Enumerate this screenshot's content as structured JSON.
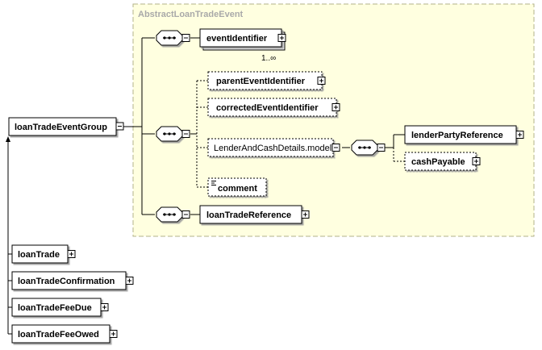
{
  "group": {
    "title": "AbstractLoanTradeEvent"
  },
  "root": {
    "name": "loanTradeEventGroup"
  },
  "elements": {
    "eventIdentifier": "eventIdentifier",
    "eventIdentifier_occurs": "1..∞",
    "parentEventIdentifier": "parentEventIdentifier",
    "correctedEventIdentifier": "correctedEventIdentifier",
    "lenderAndCashDetails": "LenderAndCashDetails.model",
    "comment": "comment",
    "lenderPartyReference": "lenderPartyReference",
    "cashPayable": "cashPayable",
    "loanTradeReference": "loanTradeReference"
  },
  "substitutions": [
    "loanTrade",
    "loanTradeConfirmation",
    "loanTradeFeeDue",
    "loanTradeFeeOwed"
  ],
  "colors": {
    "group_fill": "#ffffe0",
    "group_border": "#b3b38a",
    "group_title": "#a9a9a9",
    "node_border": "#000000"
  }
}
